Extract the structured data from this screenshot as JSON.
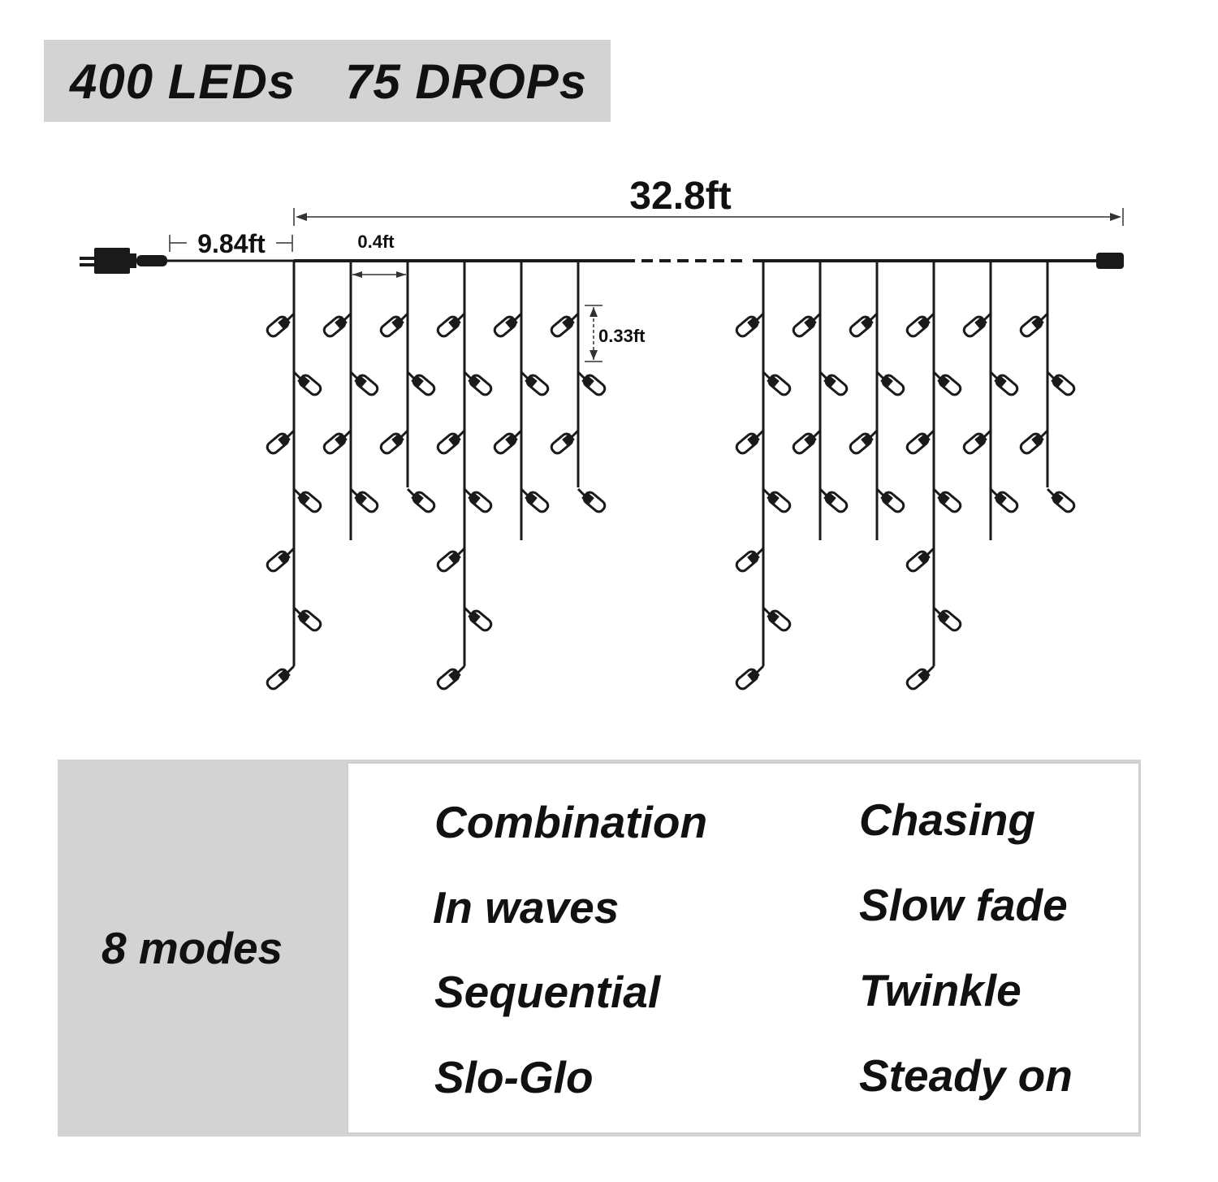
{
  "header": {
    "leds": "400 LEDs",
    "drops": "75 DROPs",
    "background": "#d3d3d3"
  },
  "diagram": {
    "total_length": "32.8ft",
    "lead_length": "9.84ft",
    "drop_spacing": "0.4ft",
    "led_spacing": "0.33ft",
    "wire_color": "#1a1a1a",
    "icons": [
      "plug-icon",
      "end-connector-icon",
      "led-bulb-icon"
    ]
  },
  "modes": {
    "title": "8 modes",
    "left": [
      "Combination",
      "In waves",
      "Sequential",
      "Slo-Glo"
    ],
    "right": [
      "Chasing",
      "Slow fade",
      "Twinkle",
      "Steady on"
    ]
  }
}
